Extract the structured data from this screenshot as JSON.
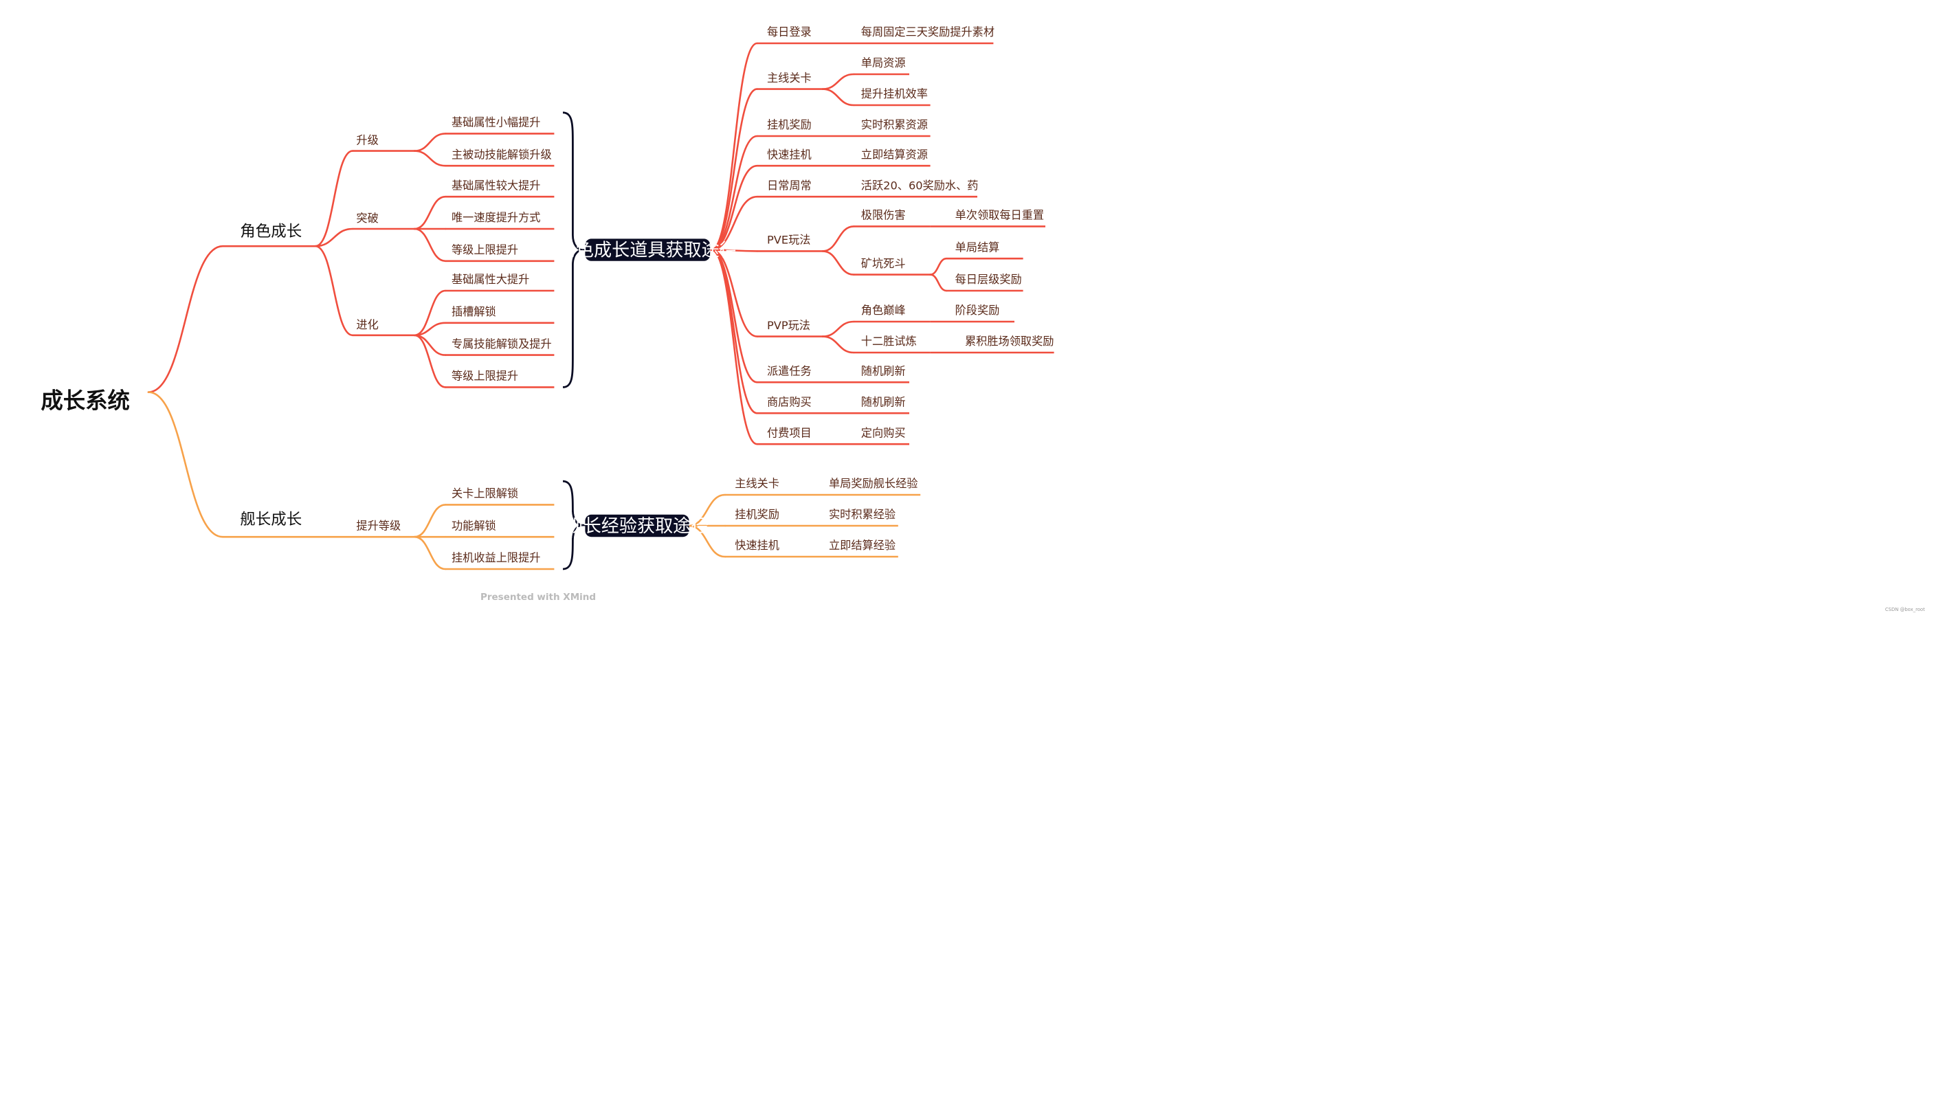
{
  "colors": {
    "background": "#ffffff",
    "red_branch": "#f04e3e",
    "orange_branch": "#f7a24a",
    "text_dark": "#111111",
    "text_branch": "#5a2a1a",
    "box_fill": "#0b0d24",
    "box_text": "#ffffff",
    "brace": "#0b0d24",
    "footer": "#bbbbbb"
  },
  "root": {
    "label": "成长系统"
  },
  "character": {
    "label": "角色成长",
    "groups": [
      {
        "label": "升级",
        "items": [
          "基础属性小幅提升",
          "主被动技能解锁升级"
        ]
      },
      {
        "label": "突破",
        "items": [
          "基础属性较大提升",
          "唯一速度提升方式",
          "等级上限提升"
        ]
      },
      {
        "label": "进化",
        "items": [
          "基础属性大提升",
          "插槽解锁",
          "专属技能解锁及提升",
          "等级上限提升"
        ]
      }
    ],
    "source_box": "角色成长道具获取途径",
    "sources": [
      {
        "label": "每日登录",
        "children": [
          {
            "label": "每周固定三天奖励提升素材"
          }
        ]
      },
      {
        "label": "主线关卡",
        "children": [
          {
            "label": "单局资源"
          },
          {
            "label": "提升挂机效率"
          }
        ]
      },
      {
        "label": "挂机奖励",
        "children": [
          {
            "label": "实时积累资源"
          }
        ]
      },
      {
        "label": "快速挂机",
        "children": [
          {
            "label": "立即结算资源"
          }
        ]
      },
      {
        "label": "日常周常",
        "children": [
          {
            "label": "活跃20、60奖励水、药"
          }
        ]
      },
      {
        "label": "PVE玩法",
        "children": [
          {
            "label": "极限伤害",
            "children": [
              {
                "label": "单次领取每日重置"
              }
            ]
          },
          {
            "label": "矿坑死斗",
            "children": [
              {
                "label": "单局结算"
              },
              {
                "label": "每日层级奖励"
              }
            ]
          }
        ]
      },
      {
        "label": "PVP玩法",
        "children": [
          {
            "label": "角色巅峰",
            "children": [
              {
                "label": "阶段奖励"
              }
            ]
          },
          {
            "label": "十二胜试炼",
            "children": [
              {
                "label": "累积胜场领取奖励"
              }
            ]
          }
        ]
      },
      {
        "label": "派遣任务",
        "children": [
          {
            "label": "随机刷新"
          }
        ]
      },
      {
        "label": "商店购买",
        "children": [
          {
            "label": "随机刷新"
          }
        ]
      },
      {
        "label": "付费项目",
        "children": [
          {
            "label": "定向购买"
          }
        ]
      }
    ]
  },
  "captain": {
    "label": "舰长成长",
    "group": {
      "label": "提升等级",
      "items": [
        "关卡上限解锁",
        "功能解锁",
        "挂机收益上限提升"
      ]
    },
    "source_box": "舰长经验获取途径",
    "sources": [
      {
        "label": "主线关卡",
        "child": "单局奖励舰长经验"
      },
      {
        "label": "挂机奖励",
        "child": "实时积累经验"
      },
      {
        "label": "快速挂机",
        "child": "立即结算经验"
      }
    ]
  },
  "footer": {
    "presented": "Presented with XMind",
    "watermark": "CSDN @box_root"
  }
}
